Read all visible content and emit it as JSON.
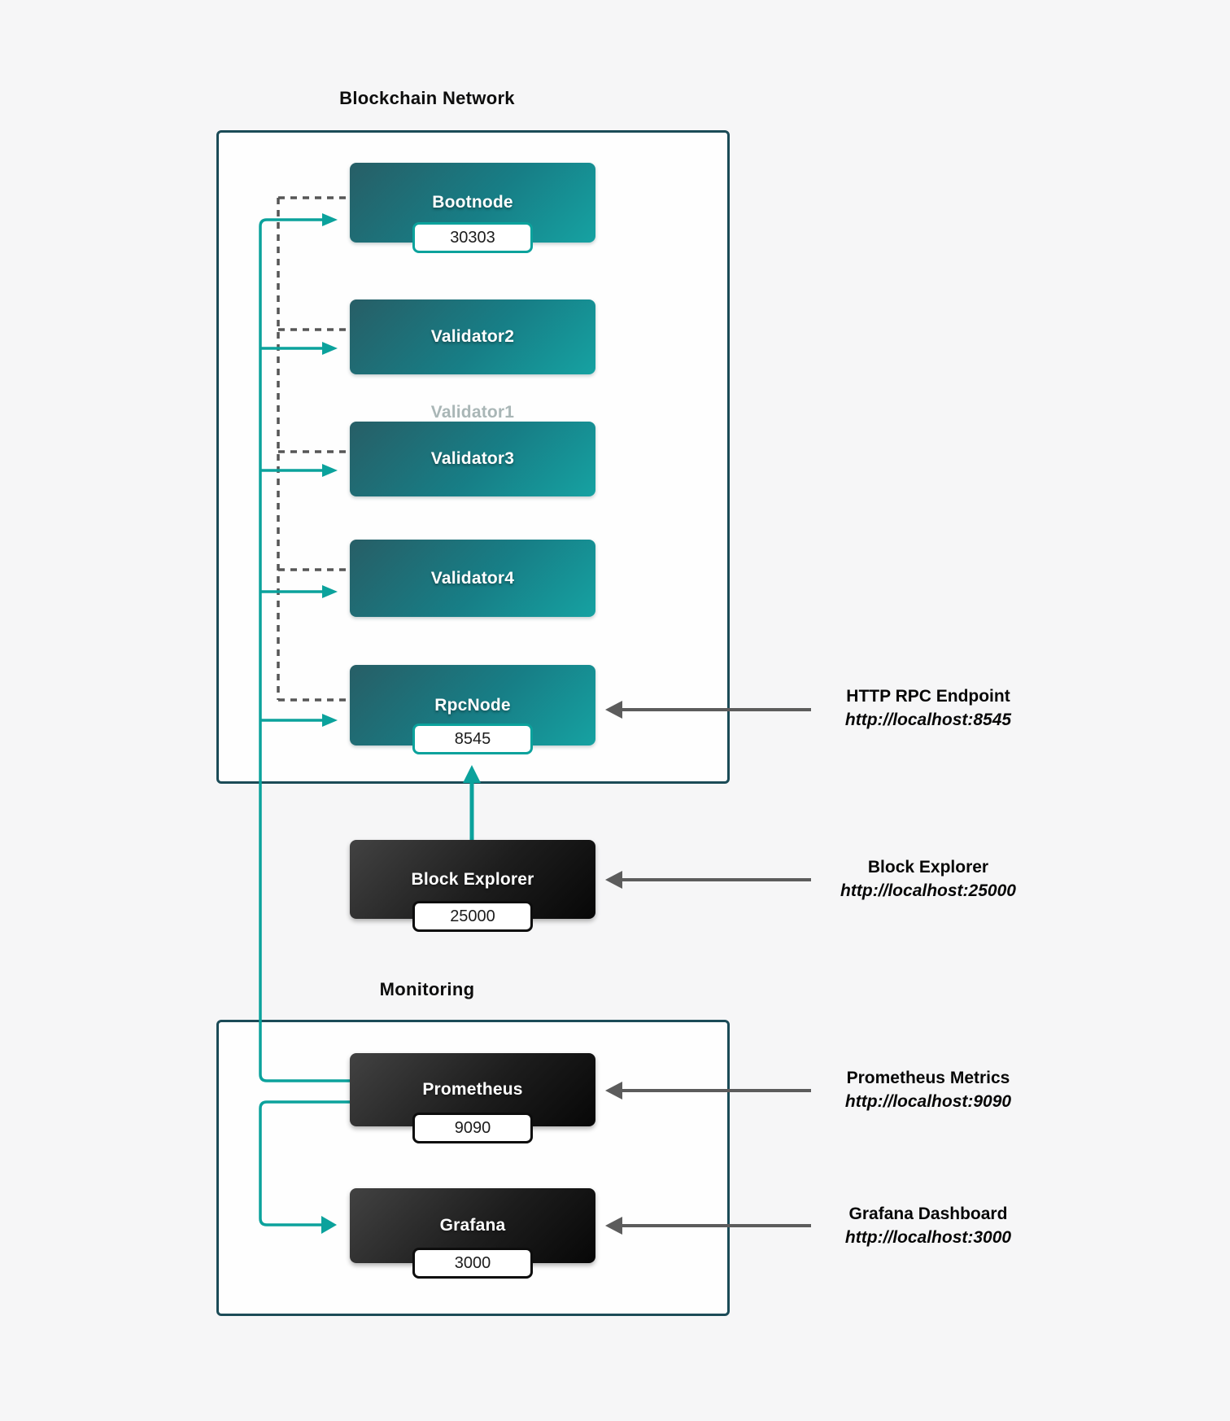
{
  "diagram": {
    "sections": {
      "blockchain": {
        "title": "Blockchain Network"
      },
      "monitoring": {
        "title": "Monitoring"
      }
    },
    "nodes": {
      "bootnode": {
        "label": "Bootnode",
        "port": "30303"
      },
      "validator2": {
        "label": "Validator2"
      },
      "validator3": {
        "label": "Validator3"
      },
      "validator4": {
        "label": "Validator4"
      },
      "rpcnode": {
        "label": "RpcNode",
        "port": "8545"
      },
      "block_explorer": {
        "label": "Block Explorer",
        "port": "25000"
      },
      "prometheus": {
        "label": "Prometheus",
        "port": "9090"
      },
      "grafana": {
        "label": "Grafana",
        "port": "3000"
      },
      "hidden_overlapped": {
        "label": "Validator1"
      }
    },
    "annotations": {
      "rpc": {
        "title": "HTTP RPC Endpoint",
        "url": "http://localhost:8545"
      },
      "be": {
        "title": "Block Explorer",
        "url": "http://localhost:25000"
      },
      "prom": {
        "title": "Prometheus Metrics",
        "url": "http://localhost:9090"
      },
      "graf": {
        "title": "Grafana Dashboard",
        "url": "http://localhost:3000"
      }
    },
    "colors": {
      "teal_accent": "#0ba29c",
      "node_teal_dark": "#275e66",
      "node_teal_light": "#16a2a2",
      "node_dark": "#0d0d0d",
      "container_border": "#1b4b57",
      "dashed_line": "#565656",
      "gray_arrow": "#5c5c5c",
      "background": "#f6f6f7"
    }
  }
}
